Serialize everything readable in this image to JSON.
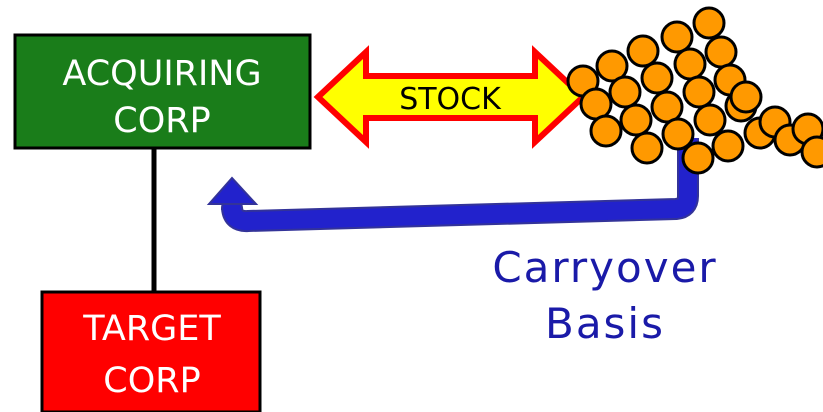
{
  "acquiring_corp": {
    "line1": "ACQUIRING",
    "line2": "CORP"
  },
  "target_corp": {
    "line1": "TARGET",
    "line2": "CORP"
  },
  "exchange_arrow": {
    "label": "STOCK"
  },
  "basis": {
    "line1": "Carryover",
    "line2": "Basis"
  },
  "shareholders": {
    "count": 27
  },
  "colors": {
    "acquiring_fill": "#1a7d1a",
    "target_fill": "#ff0000",
    "arrow_fill": "#ffff00",
    "arrow_outline": "#ff0000",
    "shareholder_fill": "#ff9900",
    "basis_arrow": "#2222cc",
    "basis_text": "#1a1aa8"
  }
}
